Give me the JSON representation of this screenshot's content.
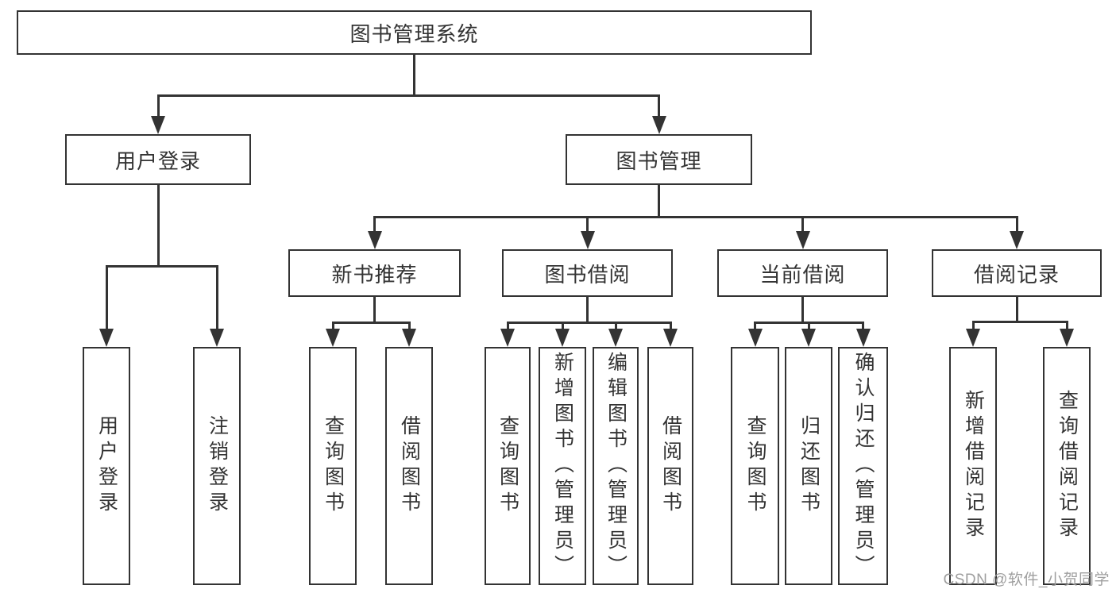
{
  "tree": {
    "id": "root",
    "label": "图书管理系统",
    "children": [
      {
        "id": "user-login",
        "label": "用户登录",
        "children": [
          {
            "id": "v-user-login",
            "label": "用户登录"
          },
          {
            "id": "v-logout",
            "label": "注销登录"
          }
        ]
      },
      {
        "id": "book-mgmt",
        "label": "图书管理",
        "children": [
          {
            "id": "new-book-rec",
            "label": "新书推荐",
            "children": [
              {
                "id": "v-query-book-1",
                "label": "查询图书"
              },
              {
                "id": "v-borrow-book-1",
                "label": "借阅图书"
              }
            ]
          },
          {
            "id": "book-borrow",
            "label": "图书借阅",
            "children": [
              {
                "id": "v-query-book-2",
                "label": "查询图书"
              },
              {
                "id": "v-add-book",
                "label": "新增图书（管理员）"
              },
              {
                "id": "v-edit-book",
                "label": "编辑图书（管理员）"
              },
              {
                "id": "v-borrow-book-2",
                "label": "借阅图书"
              }
            ]
          },
          {
            "id": "current-borrow",
            "label": "当前借阅",
            "children": [
              {
                "id": "v-query-book-3",
                "label": "查询图书"
              },
              {
                "id": "v-return-book",
                "label": "归还图书"
              },
              {
                "id": "v-confirm-return",
                "label": "确认归还（管理员）"
              }
            ]
          },
          {
            "id": "borrow-record",
            "label": "借阅记录",
            "children": [
              {
                "id": "v-add-record",
                "label": "新增借阅记录"
              },
              {
                "id": "v-query-record",
                "label": "查询借阅记录"
              }
            ]
          }
        ]
      }
    ]
  },
  "watermark": {
    "text": "CSDN @软件_小贺同学"
  },
  "colors": {
    "line": "#333333",
    "box_border": "#333333",
    "text": "#333333",
    "background": "#ffffff",
    "watermark": "#9f9f9f"
  }
}
